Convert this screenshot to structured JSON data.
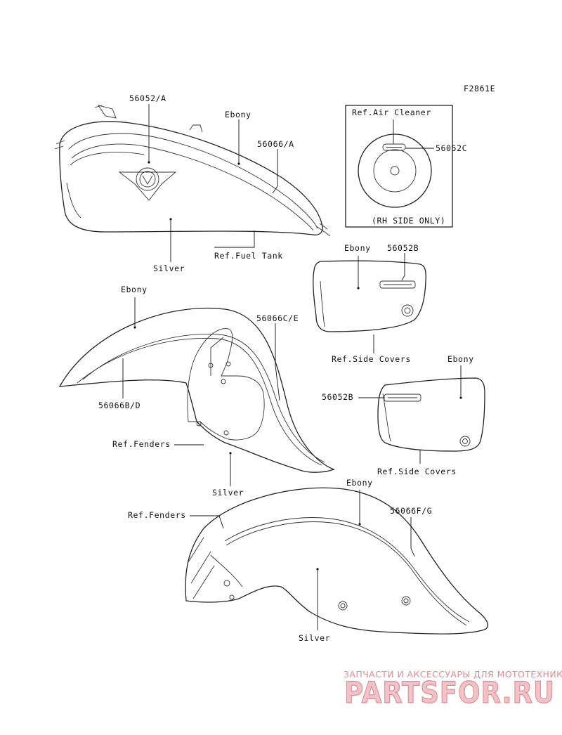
{
  "figure_code": "F2861E",
  "labels": {
    "tank_emblem": "56052/A",
    "tank_ebony": "Ebony",
    "tank_stripe": "56066/A",
    "tank_silver": "Silver",
    "ref_fuel_tank": "Ref.Fuel Tank",
    "air_cleaner_ref": "Ref.Air Cleaner",
    "air_cleaner_part": "56052C",
    "rh_side_only": "(RH SIDE ONLY)",
    "sc1_ebony": "Ebony",
    "sc1_part": "56052B",
    "sc1_ref": "Ref.Side Covers",
    "front_fender_ebony": "Ebony",
    "front_stripe_ce": "56066C/E",
    "front_stripe_bd": "56066B/D",
    "ref_fenders_front": "Ref.Fenders",
    "front_fender_silver": "Silver",
    "sc2_ebony": "Ebony",
    "sc2_part": "56052B",
    "sc2_ref": "Ref.Side Covers",
    "rear_fender_ebony": "Ebony",
    "rear_stripe_fg": "56066F/G",
    "ref_fenders_rear": "Ref.Fenders",
    "rear_fender_silver": "Silver"
  },
  "watermark": {
    "tagline": "ЗАПЧАСТИ И АКСЕССУАРЫ ДЛЯ МОТОТЕХНИКИ",
    "logo": "PARTSFOR.RU"
  }
}
